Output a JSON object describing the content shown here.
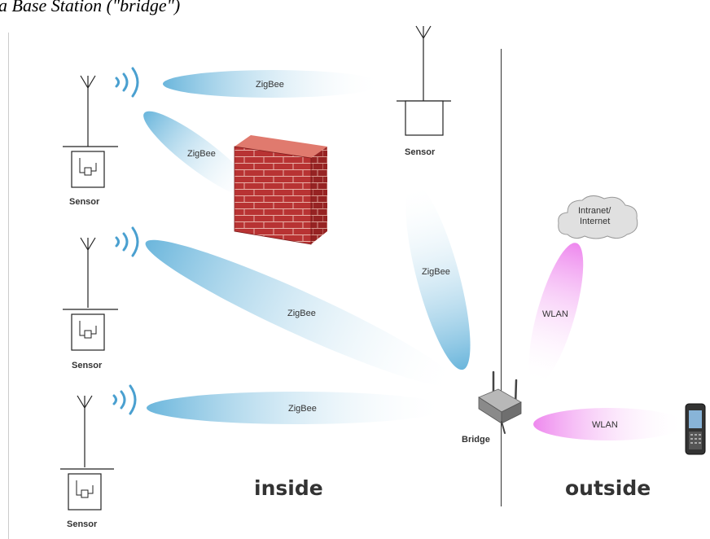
{
  "header": {
    "title_fragment": "a Base Station (\"bridge\")"
  },
  "regions": {
    "inside": "inside",
    "outside": "outside"
  },
  "nodes": {
    "sensor_label": "Sensor",
    "bridge_label": "Bridge",
    "cloud_line1": "Intranet/",
    "cloud_line2": "Internet"
  },
  "links": {
    "zigbee": "ZigBee",
    "wlan": "WLAN"
  },
  "colors": {
    "zigbee": "#6bb6dc",
    "wlan": "#ee88ee",
    "firewall": "#b83333",
    "signal": "#4aa0d0"
  }
}
